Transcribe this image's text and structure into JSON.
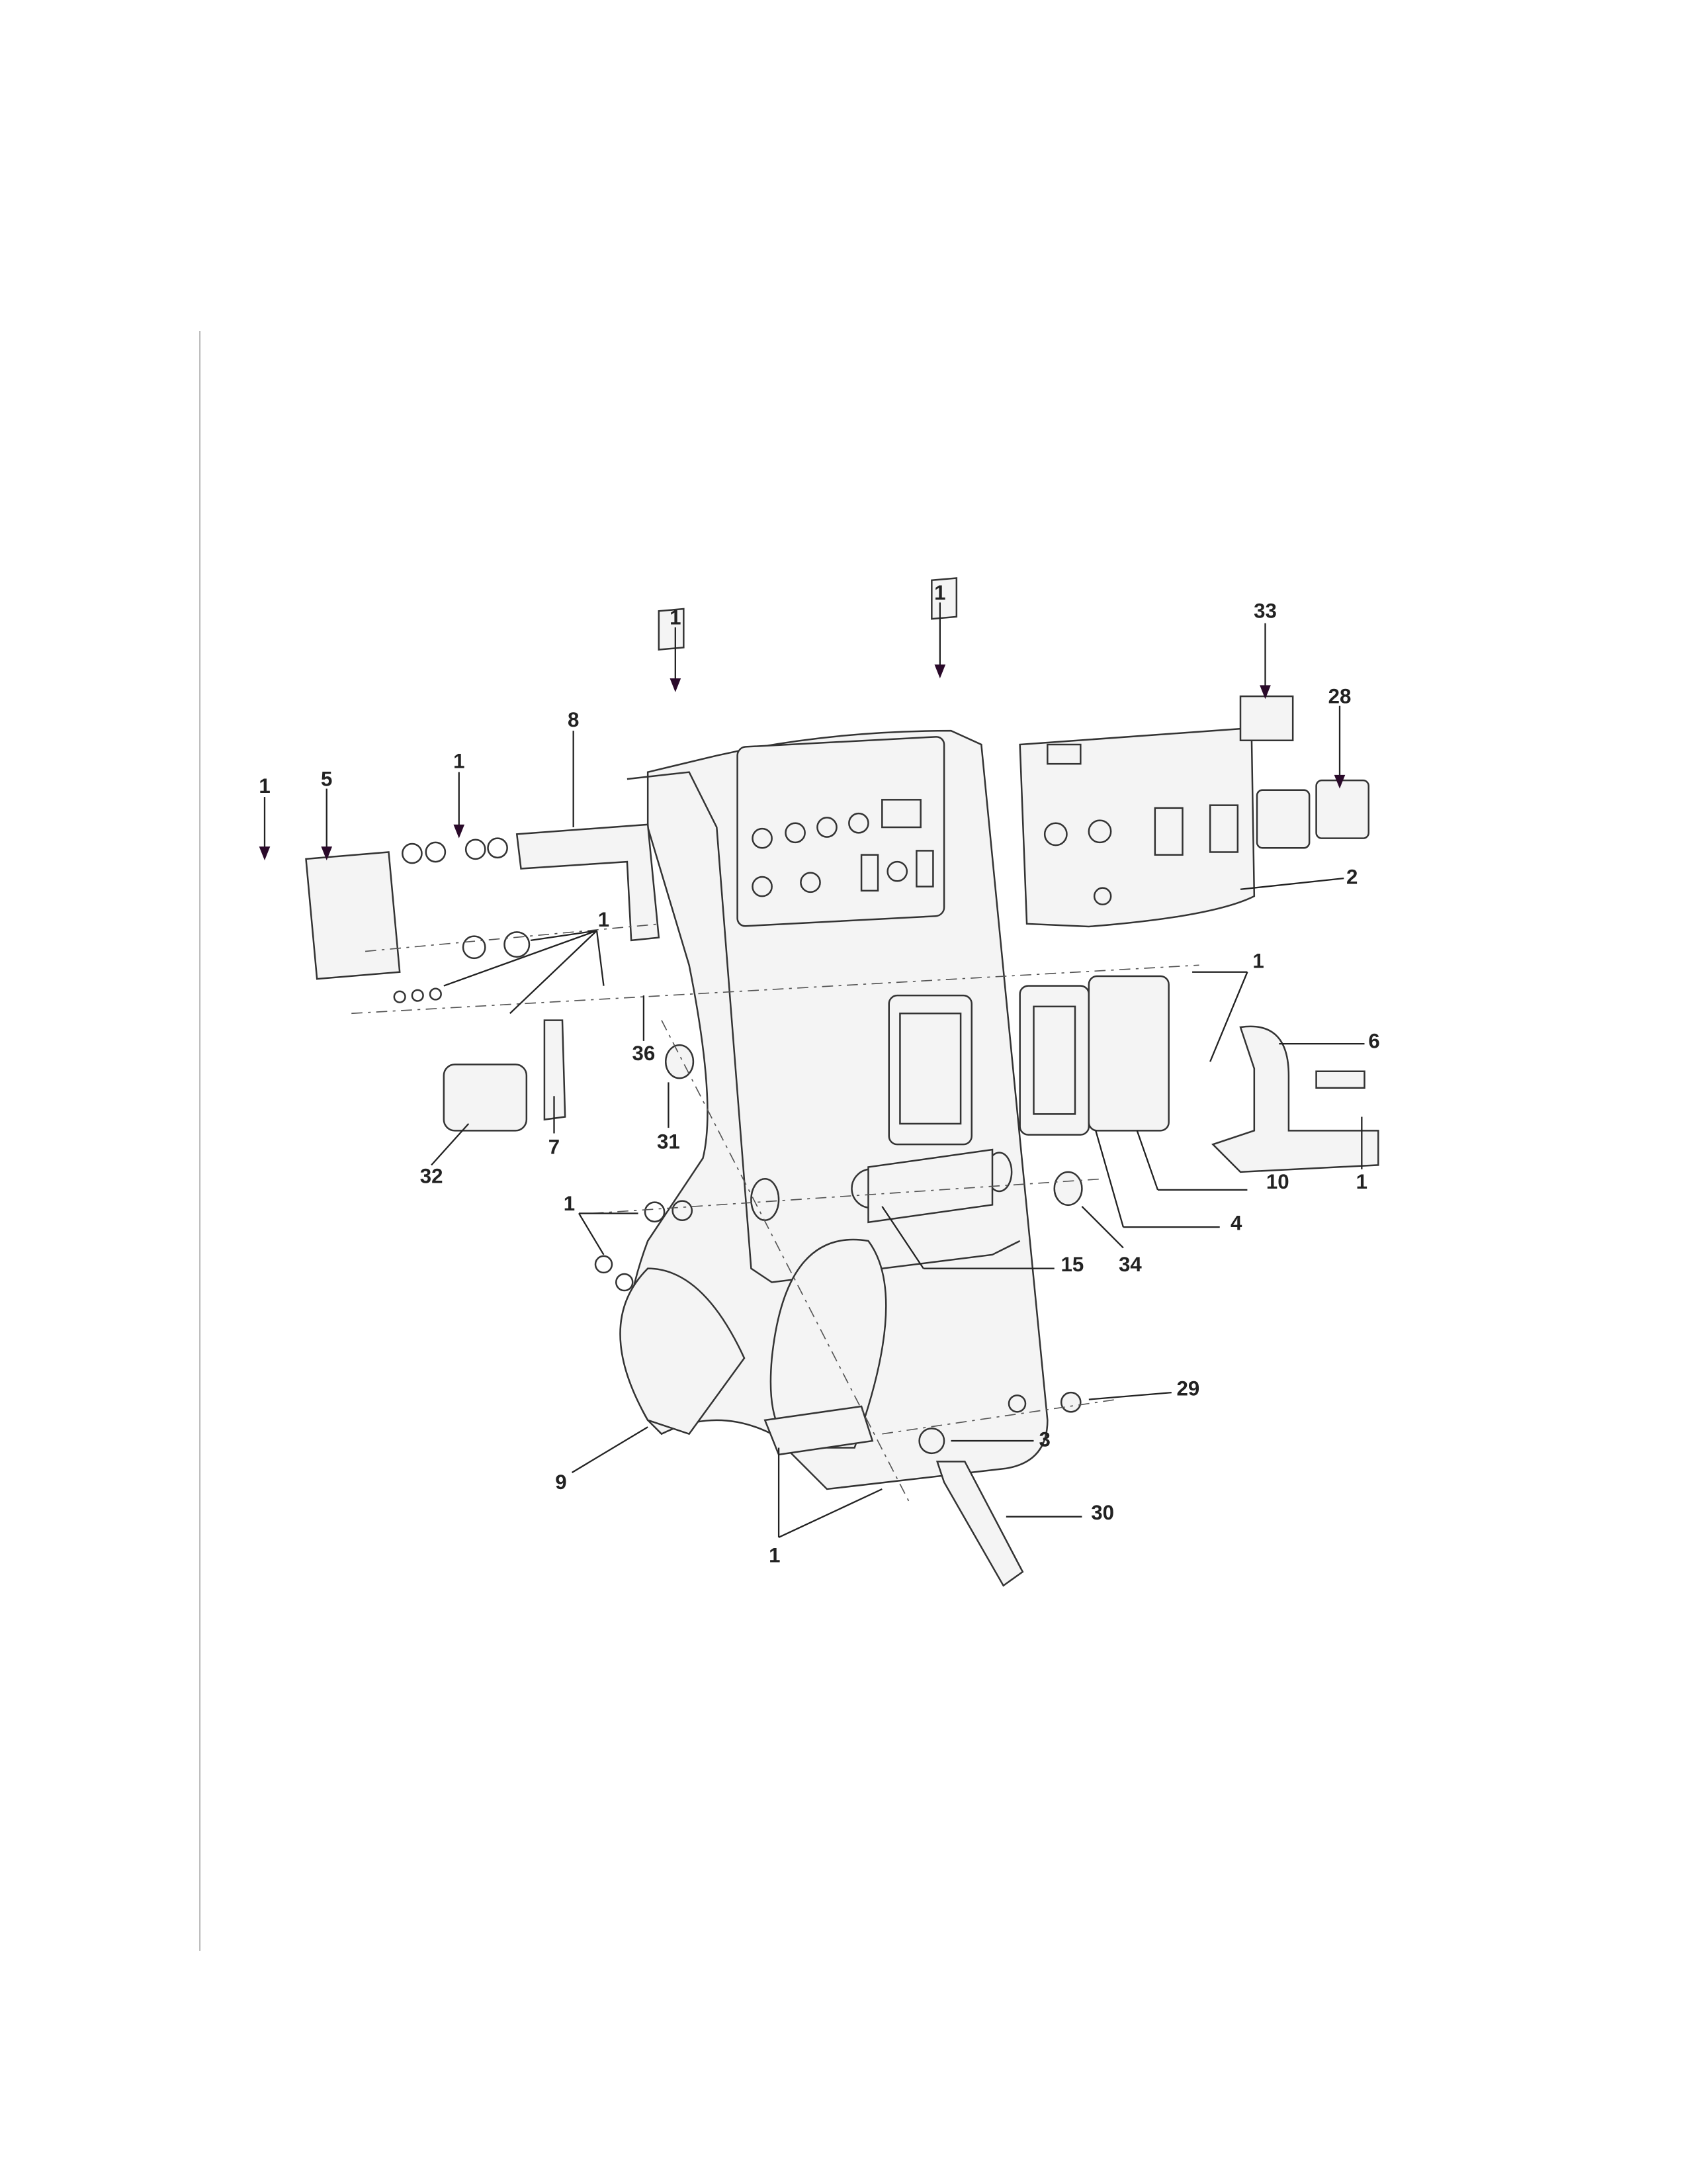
{
  "diagram": {
    "callouts": [
      "1",
      "1",
      "33",
      "28",
      "8",
      "5",
      "1",
      "1",
      "1",
      "2",
      "1",
      "6",
      "36",
      "31",
      "7",
      "32",
      "10",
      "1",
      "4",
      "1",
      "15",
      "34",
      "29",
      "3",
      "9",
      "30",
      "1"
    ]
  }
}
